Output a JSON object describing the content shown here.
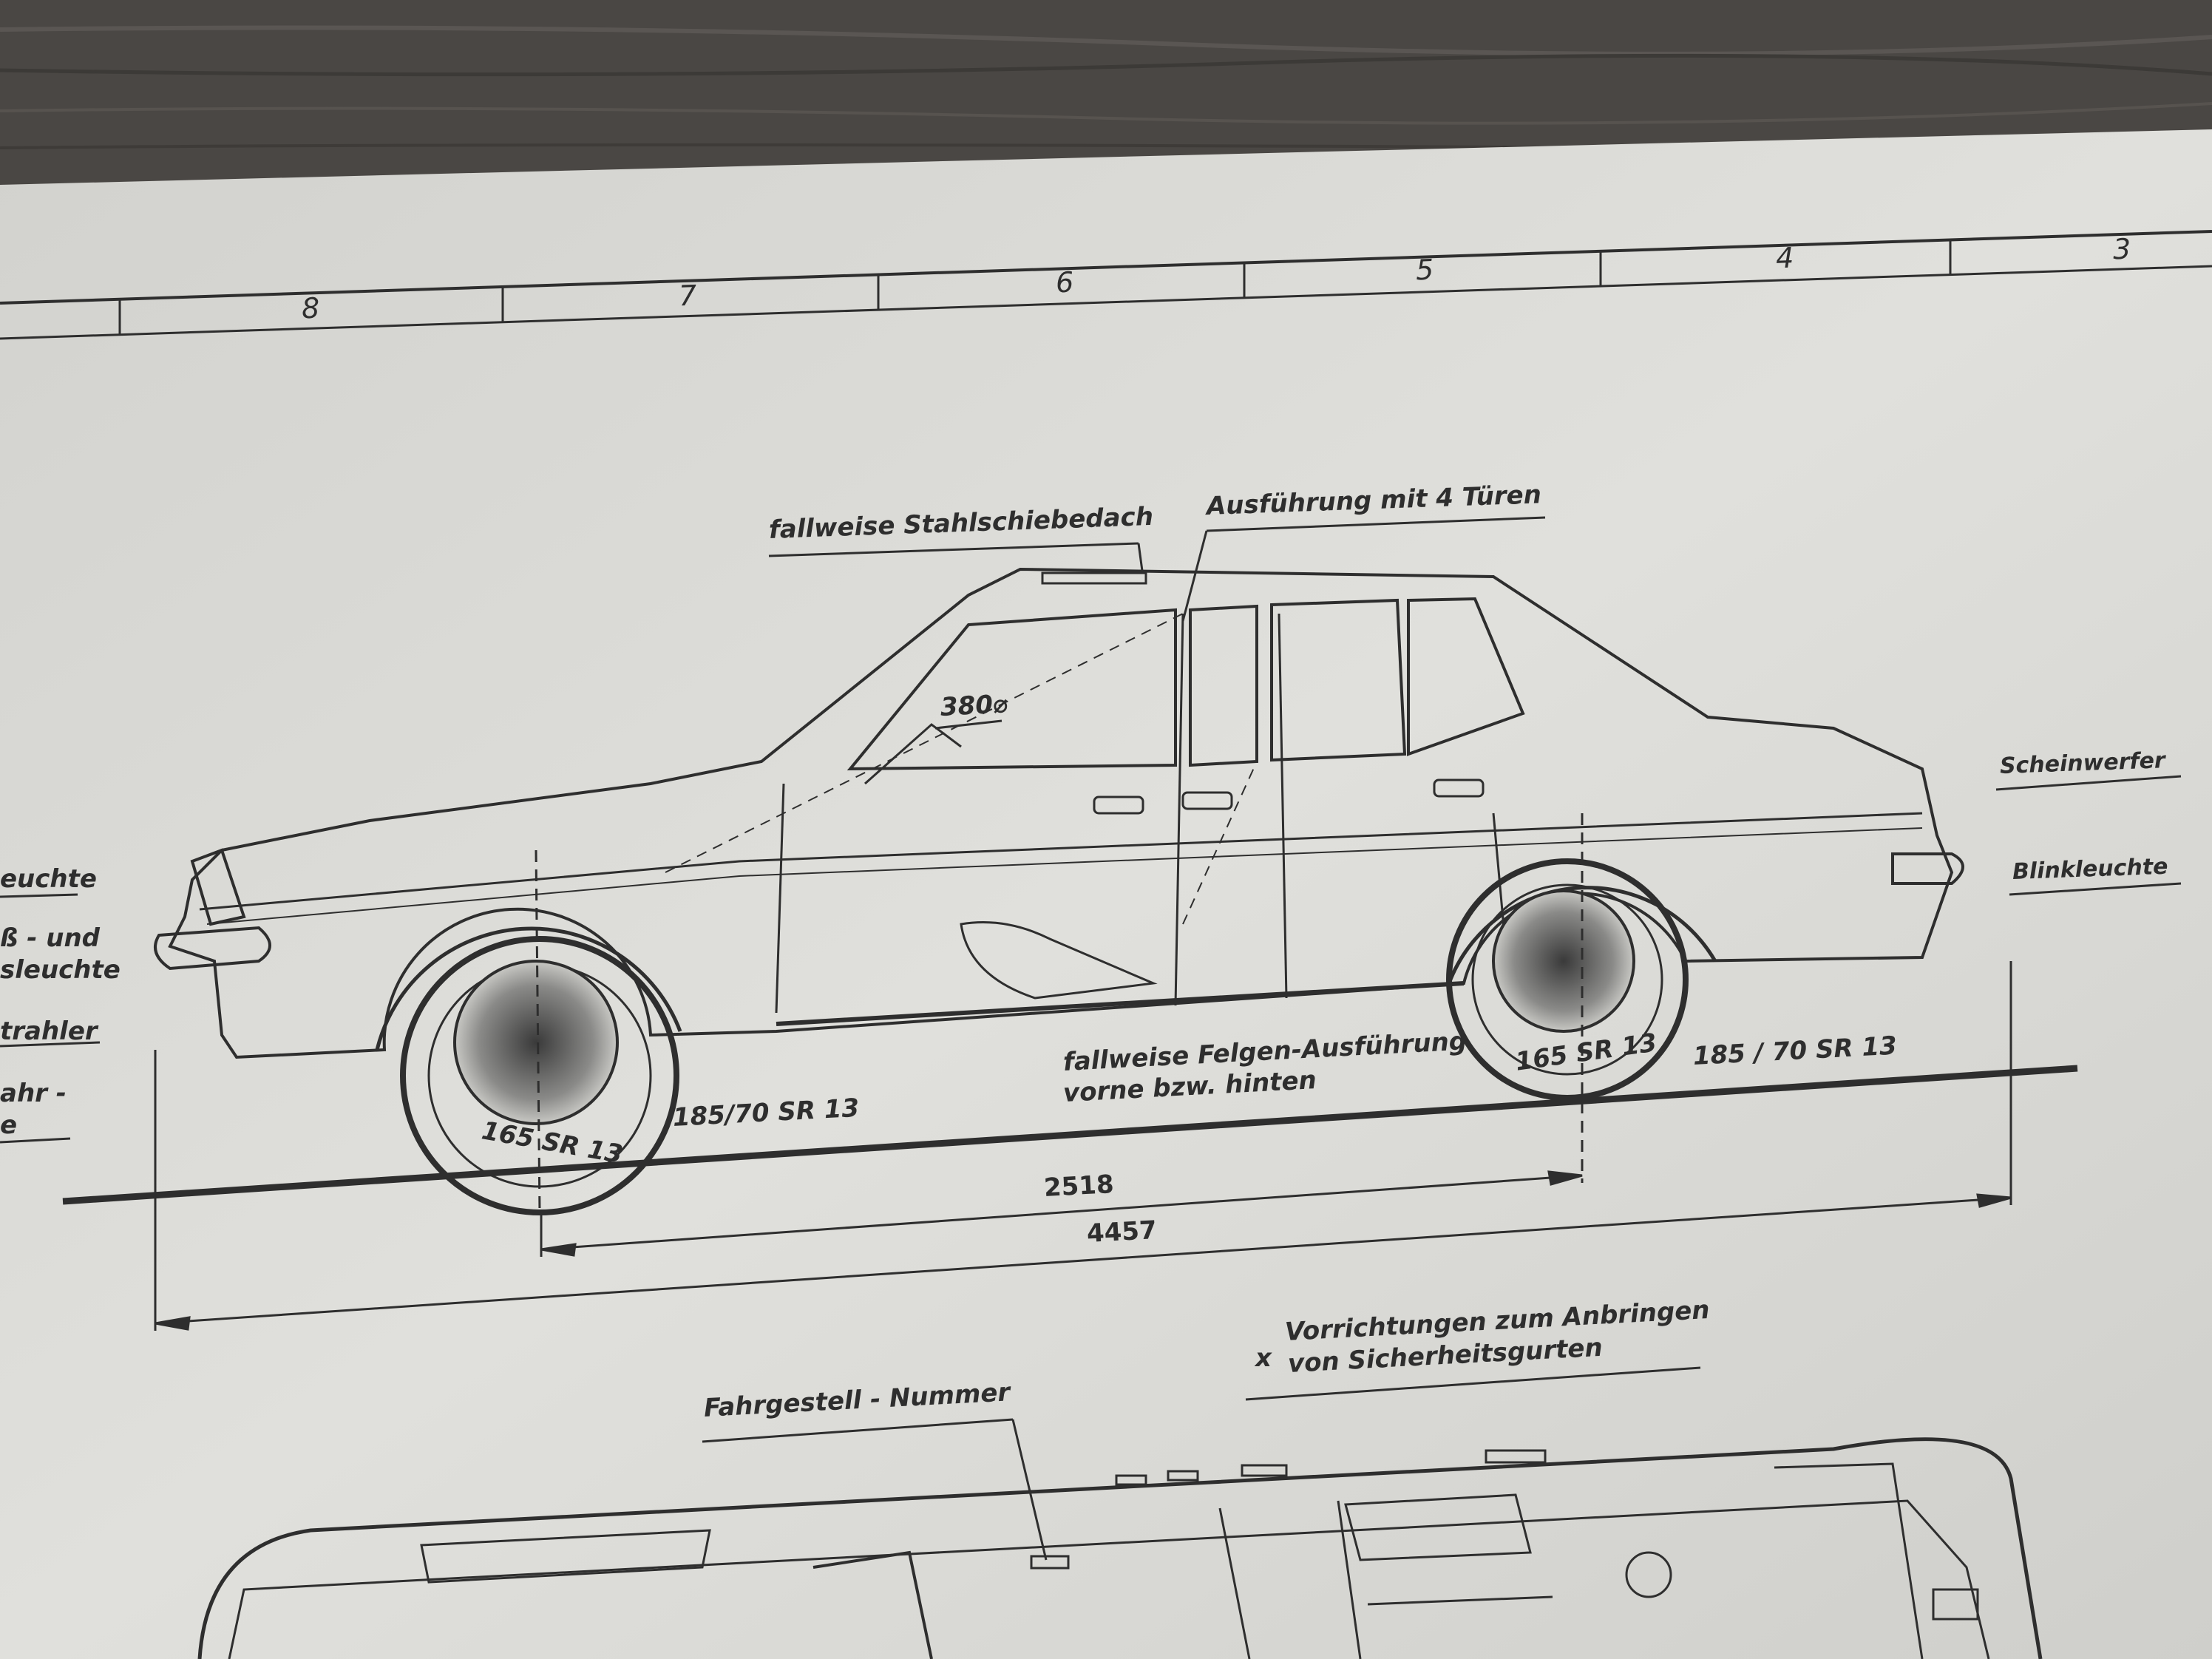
{
  "zone_numbers": [
    "8",
    "7",
    "6",
    "5",
    "4",
    "3"
  ],
  "side_view": {
    "sunroof_label": "fallweise Stahlschiebedach",
    "doors_label": "Ausführung mit 4 Türen",
    "steering_diameter": "380⌀",
    "headlamp_label": "Scheinwerfer",
    "indicator_label": "Blinkleuchte",
    "left_edge_labels": [
      "euchte",
      "ß - und",
      "sleuchte",
      "trahler",
      "ahr -",
      "e"
    ],
    "wheel_option_line1": "fallweise Felgen-Ausführung",
    "wheel_option_line2": "vorne bzw. hinten",
    "tire_front_std": "165 SR 13",
    "tire_front_opt": "185/70 SR 13",
    "tire_rear_std": "165 SR 13",
    "tire_rear_opt": "185 / 70 SR 13"
  },
  "dimensions": {
    "wheelbase": "2518",
    "overall_length": "4457"
  },
  "top_view": {
    "chassis_label": "Fahrgestell - Nummer",
    "seatbelt_marker": "x",
    "seatbelt_line1": "Vorrichtungen zum Anbringen",
    "seatbelt_line2": "von Sicherheitsgurten"
  },
  "colors": {
    "background_wood": "#4a4744",
    "paper": "#dcdcd8",
    "ink": "#2e2e2e"
  }
}
